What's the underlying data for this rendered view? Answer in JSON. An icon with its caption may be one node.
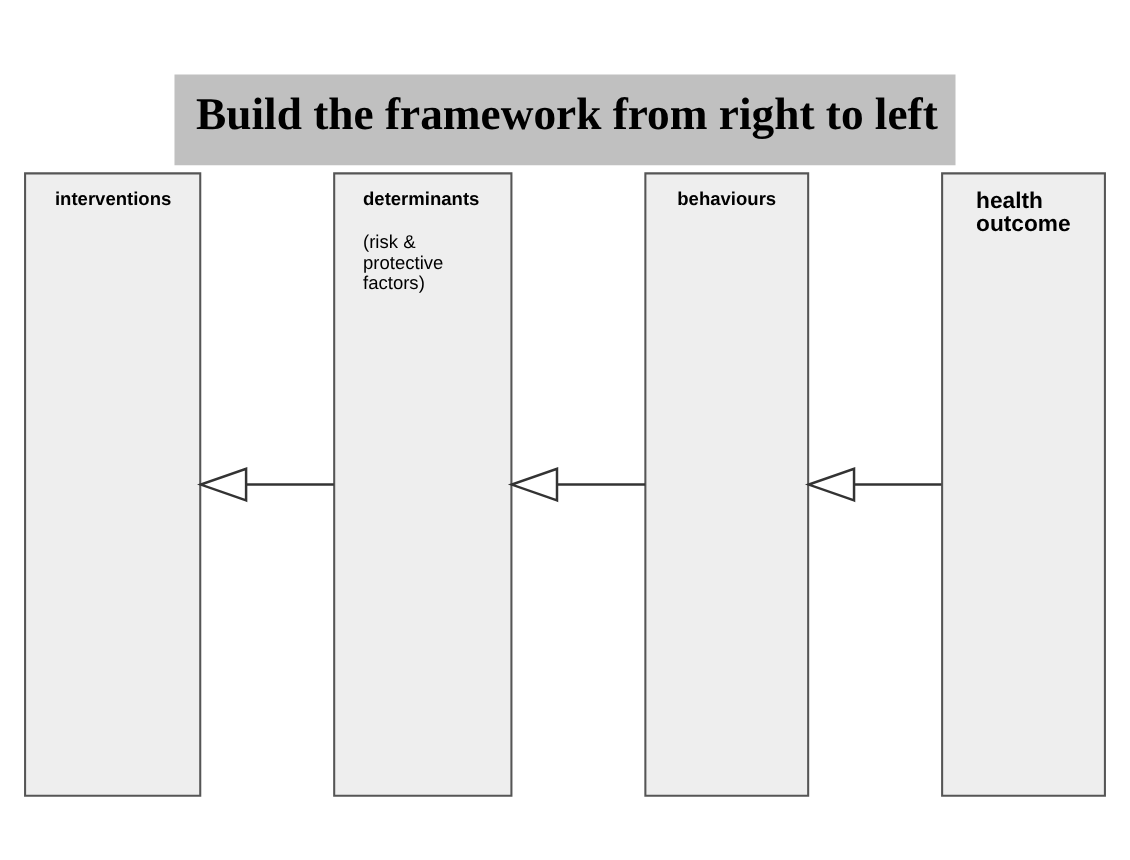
{
  "diagram": {
    "title": "Build the framework from right to left",
    "nodes": [
      {
        "text": [
          "interventions"
        ]
      },
      {
        "text": [
          "determinants",
          "(risk & protective factors)"
        ]
      },
      {
        "text": [
          "behaviours"
        ]
      },
      {
        "text": [
          "health outcome"
        ]
      }
    ],
    "edges": [
      {
        "from": 3,
        "to": 2,
        "arrow": "to"
      },
      {
        "from": 2,
        "to": 1,
        "arrow": "to"
      },
      {
        "from": 1,
        "to": 0,
        "arrow": "to"
      }
    ]
  }
}
